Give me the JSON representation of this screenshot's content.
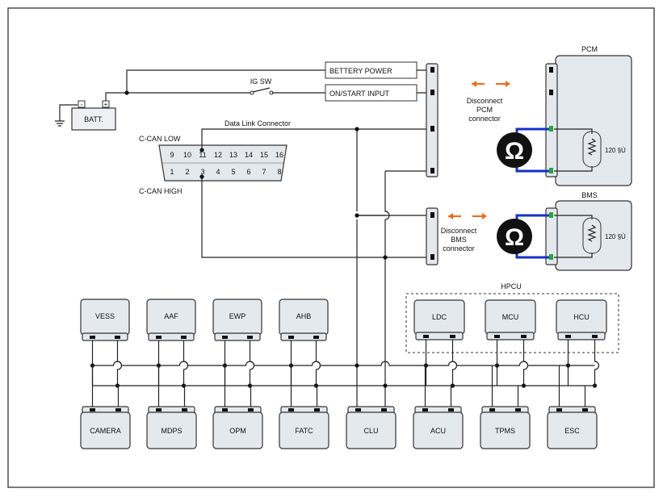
{
  "labels": {
    "battery": "BATT.",
    "battery_minus": "-",
    "battery_plus": "+",
    "battery_power": "BETTERY POWER",
    "ig_sw": "IG SW",
    "on_start": "ON/START INPUT",
    "data_link": "Data Link Connector",
    "can_low": "C-CAN LOW",
    "can_high": "C-CAN HIGH",
    "pcm": "PCM",
    "bms": "BMS",
    "hpcu": "HPCU",
    "pcm_disconnect_1": "Disconnect",
    "pcm_disconnect_2": "PCM",
    "pcm_disconnect_3": "connector",
    "bms_disconnect_1": "Disconnect",
    "bms_disconnect_2": "BMS",
    "bms_disconnect_3": "connector",
    "resistor_pcm": "120 §Ù",
    "resistor_bms": "120 §Ù",
    "ohm_symbol": "Ω"
  },
  "dlc_pins_top": [
    "9",
    "10",
    "11",
    "12",
    "13",
    "14",
    "15",
    "16"
  ],
  "dlc_pins_bottom": [
    "1",
    "2",
    "3",
    "4",
    "5",
    "6",
    "7",
    "8"
  ],
  "modules_top": [
    "VESS",
    "AAF",
    "EWP",
    "AHB"
  ],
  "modules_hpcu": [
    "LDC",
    "MCU",
    "HCU"
  ],
  "modules_bottom": [
    "CAMERA",
    "MDPS",
    "OPM",
    "FATC",
    "CLU",
    "ACU",
    "TPMS",
    "ESC"
  ],
  "colors": {
    "arrow": "#f06a14",
    "can_wire": "#1630c8",
    "pin_green": "#24a63a",
    "module_fill": "#e4e9ee"
  }
}
